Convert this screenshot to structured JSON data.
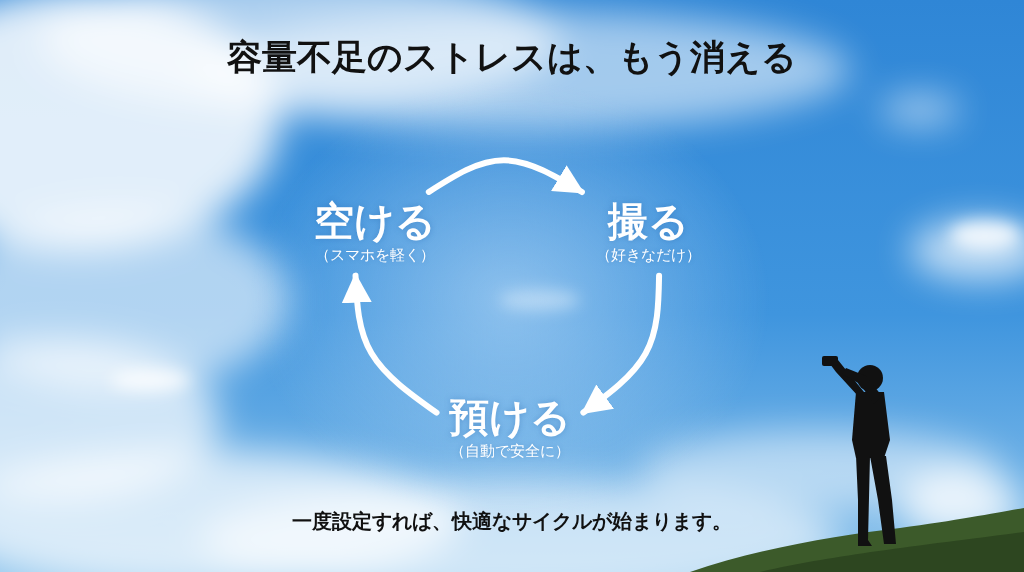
{
  "diagram": {
    "title": "容量不足のストレスは、もう消える",
    "caption": "一度設定すれば、快適なサイクルが始まります。",
    "nodes": [
      {
        "text": [
          "空ける",
          "（スマホを軽く）"
        ]
      },
      {
        "text": [
          "撮る",
          "（好きなだけ）"
        ]
      },
      {
        "text": [
          "預ける",
          "（自動で安全に）"
        ]
      }
    ],
    "edges": [
      {
        "from": 0,
        "to": 1,
        "arrow": "to"
      },
      {
        "from": 1,
        "to": 2,
        "arrow": "to"
      },
      {
        "from": 2,
        "to": 0,
        "arrow": "to"
      }
    ]
  }
}
